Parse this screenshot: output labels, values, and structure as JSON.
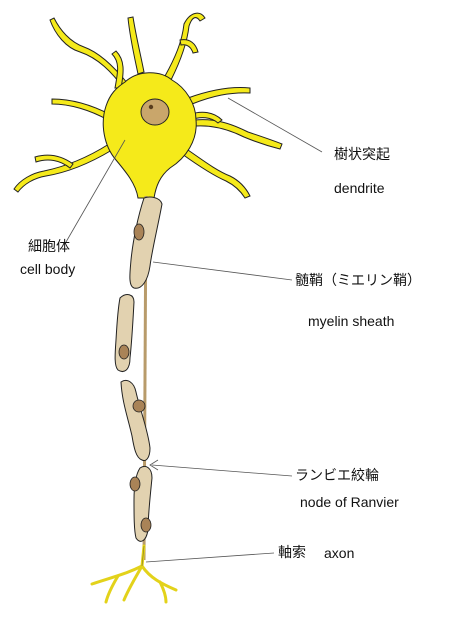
{
  "labels": {
    "dendrite_jp": "樹状突起",
    "dendrite_en": "dendrite",
    "cell_body_jp": "細胞体",
    "cell_body_en": "cell body",
    "myelin_jp": "髄鞘（ミエリン鞘）",
    "myelin_en": "myelin sheath",
    "ranvier_jp": "ランビエ絞輪",
    "ranvier_en": "node of Ranvier",
    "axon_jp": "軸索",
    "axon_en": "axon"
  },
  "colors": {
    "cell": "#f5ea1a",
    "outline": "#222222",
    "nucleus": "#c9a66b",
    "myelin": "#e2d2b0",
    "myelin_shade": "#b89b6a",
    "schwann": "#a98357",
    "leader": "#555555"
  }
}
